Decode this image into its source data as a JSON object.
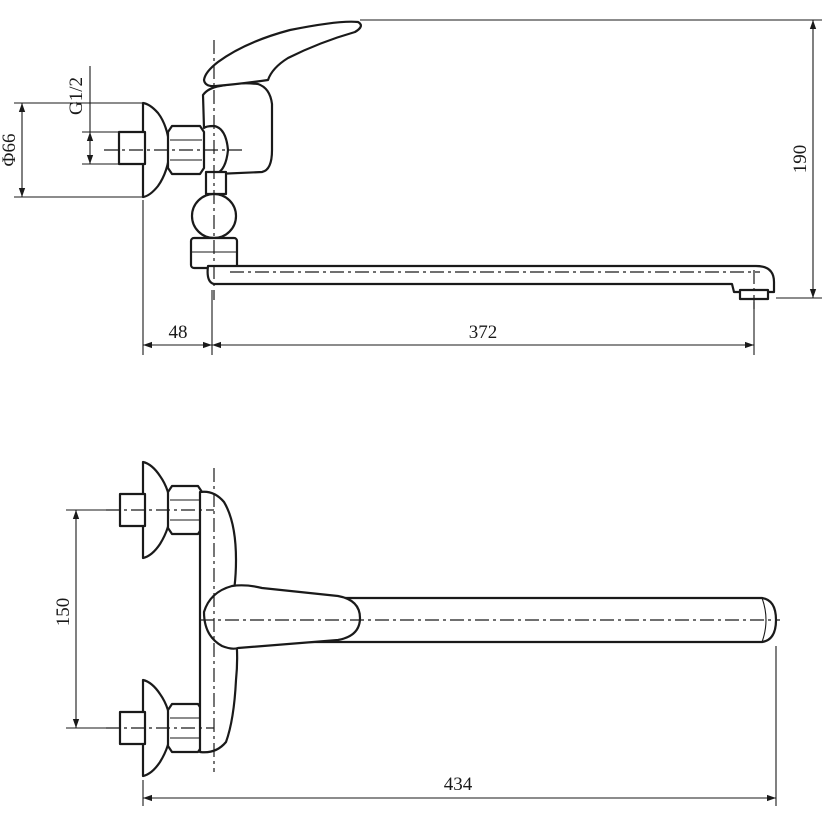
{
  "dimensions": {
    "height": "190",
    "flange_diameter": "Φ66",
    "thread": "G1/2",
    "offset": "48",
    "spout_length": "372",
    "center_distance": "150",
    "total_length": "434"
  }
}
